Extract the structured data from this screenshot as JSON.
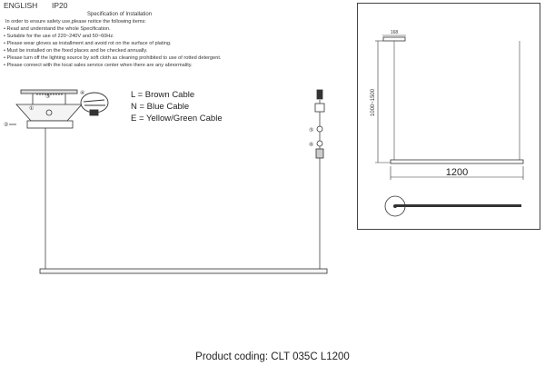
{
  "header": {
    "language": "ENGLISH",
    "ip_rating": "IP20"
  },
  "specification": {
    "title": "Specification of Installation",
    "intro": "In order to ensure safety use,please notice the following items:",
    "items": [
      "• Read and understand the whole Specification.",
      "• Suitable for the use of 220~240V and 50~60Hz.",
      "• Please wear gloves as installment and avoid rot on the surface of plating.",
      "• Must be installed on the fixed places and be checked annually.",
      "• Please turn off the lighting source by soft cloth as cleaning prohibited to use of rotted detergent.",
      "• Please connect with the local sales service center when there are any abnormality."
    ]
  },
  "wiring_legend": {
    "l": "L = Brown Cable",
    "n": "N = Blue Cable",
    "e": "E = Yellow/Green Cable"
  },
  "diagram_labels": {
    "step_1": "①",
    "step_2": "②",
    "step_3": "③",
    "step_4": "④",
    "step_5": "⑤",
    "step_6": "⑥"
  },
  "dimensions": {
    "canopy_width": "168",
    "drop_height": "1000~1500",
    "length": "1200"
  },
  "footer": {
    "product_coding": "Product coding: CLT 035C L1200"
  }
}
